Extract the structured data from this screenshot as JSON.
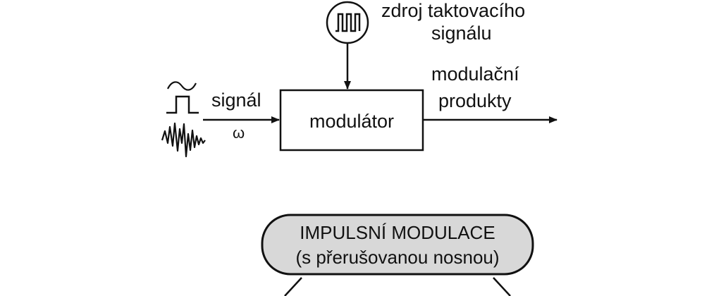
{
  "clock_source": {
    "label_line1": "zdroj taktovacího",
    "label_line2": "signálu",
    "icon": "square-wave-icon"
  },
  "input": {
    "label": "signál",
    "symbol": "ω",
    "icons": [
      "sine-wave-icon",
      "pulse-icon",
      "noise-signal-icon"
    ]
  },
  "modulator": {
    "label": "modulátor"
  },
  "output": {
    "label_line1": "modulační",
    "label_line2": "produkty"
  },
  "pulse_modulation": {
    "line1": "IMPULSNÍ MODULACE",
    "line2": "(s přerušovanou nosnou)",
    "fill": "#d8d8d8"
  }
}
